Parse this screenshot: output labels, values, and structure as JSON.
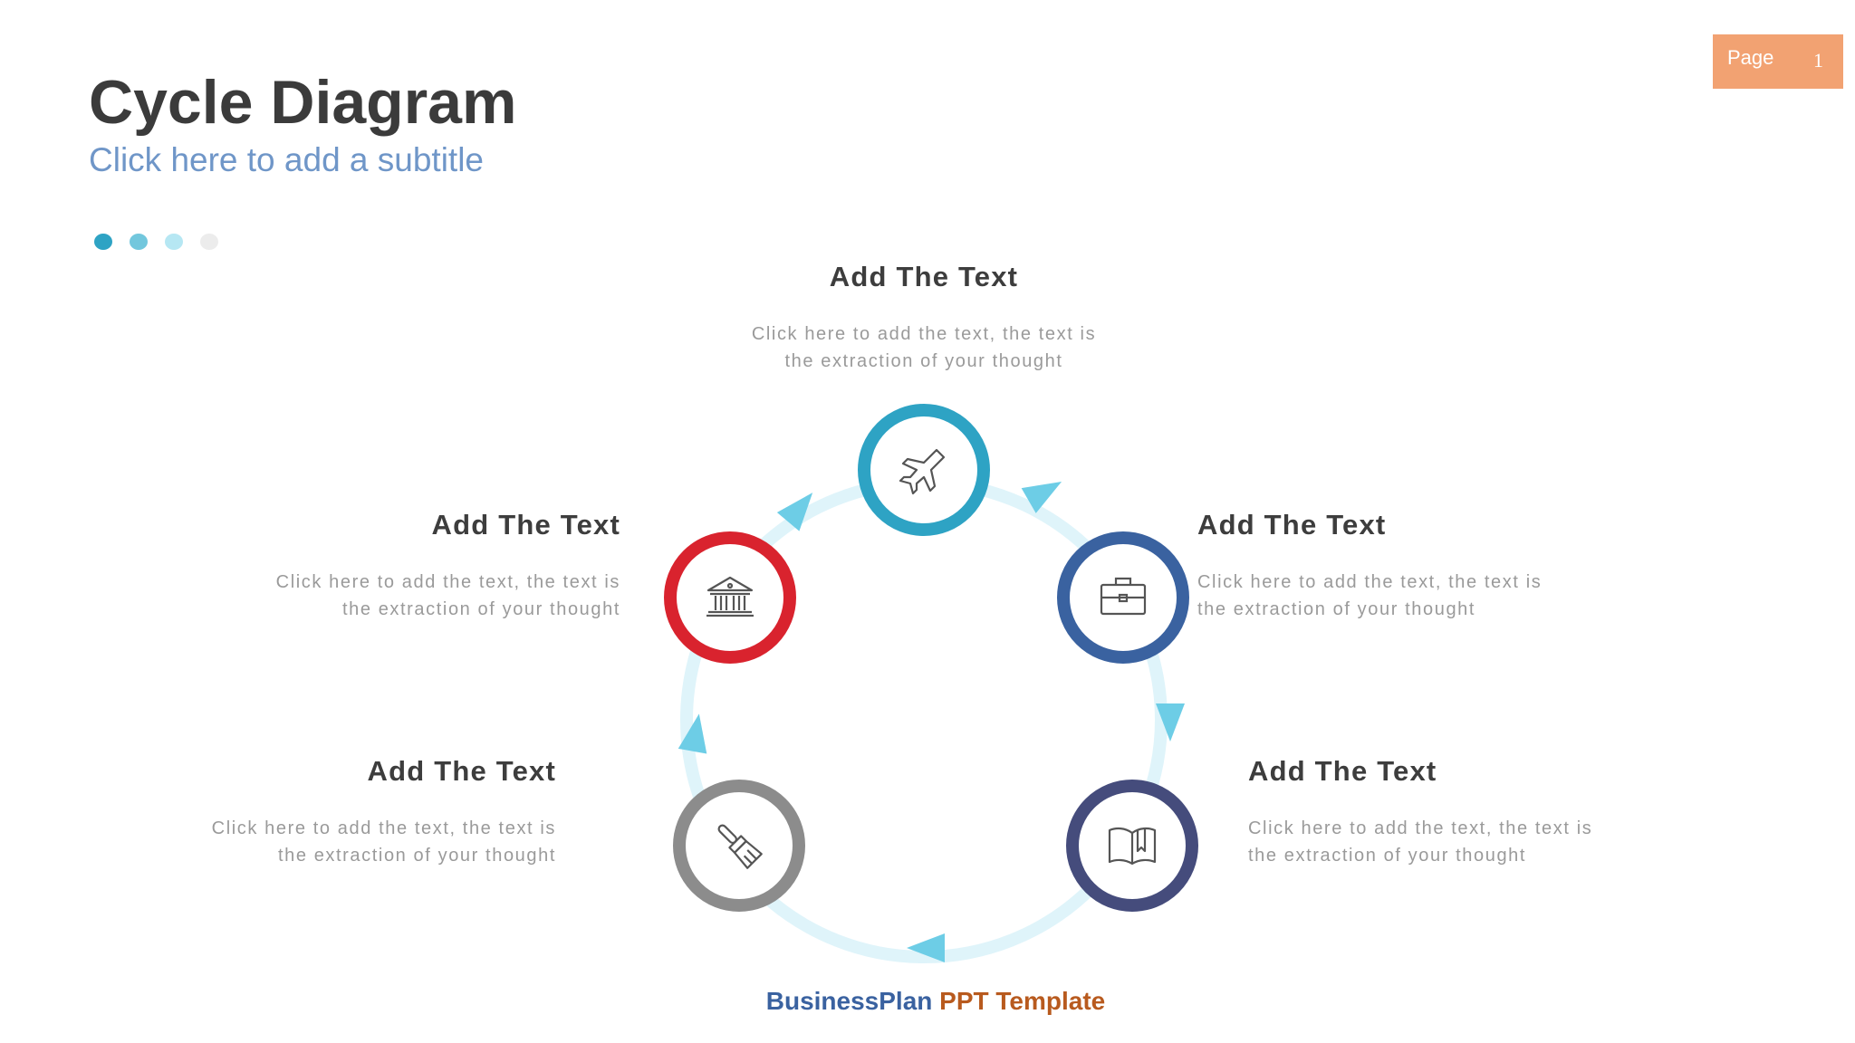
{
  "header": {
    "title": "Cycle Diagram",
    "subtitle": "Click here to add a subtitle"
  },
  "page_badge": {
    "label": "Page",
    "number": "1"
  },
  "dots": [
    "#2ea3c4",
    "#72c7dd",
    "#b6e7f3",
    "#ececec"
  ],
  "ring_color": "#dff4fa",
  "arrow_color": "#6dcde6",
  "nodes": [
    {
      "id": "top",
      "color": "#2ea3c4",
      "icon": "airplane-icon",
      "title": "Add The Text",
      "desc_line1": "Click here to add the text, the text is",
      "desc_line2": "the extraction of your thought"
    },
    {
      "id": "right",
      "color": "#3a62a0",
      "icon": "briefcase-icon",
      "title": "Add The Text",
      "desc_line1": "Click here to add the text, the text is",
      "desc_line2": "the extraction of your thought"
    },
    {
      "id": "bottom-right",
      "color": "#454c7c",
      "icon": "book-icon",
      "title": "Add The Text",
      "desc_line1": "Click here to add the text, the text is",
      "desc_line2": "the extraction of your thought"
    },
    {
      "id": "bottom-left",
      "color": "#8c8c8c",
      "icon": "paintbrush-icon",
      "title": "Add The Text",
      "desc_line1": "Click here to add the text, the text is",
      "desc_line2": "the extraction of your thought"
    },
    {
      "id": "left",
      "color": "#d9232e",
      "icon": "bank-icon",
      "title": "Add The Text",
      "desc_line1": "Click here to add the text, the text is",
      "desc_line2": "the extraction of your thought"
    }
  ],
  "footer": {
    "part1": "BusinessPlan",
    "part2": " PPT Template"
  }
}
